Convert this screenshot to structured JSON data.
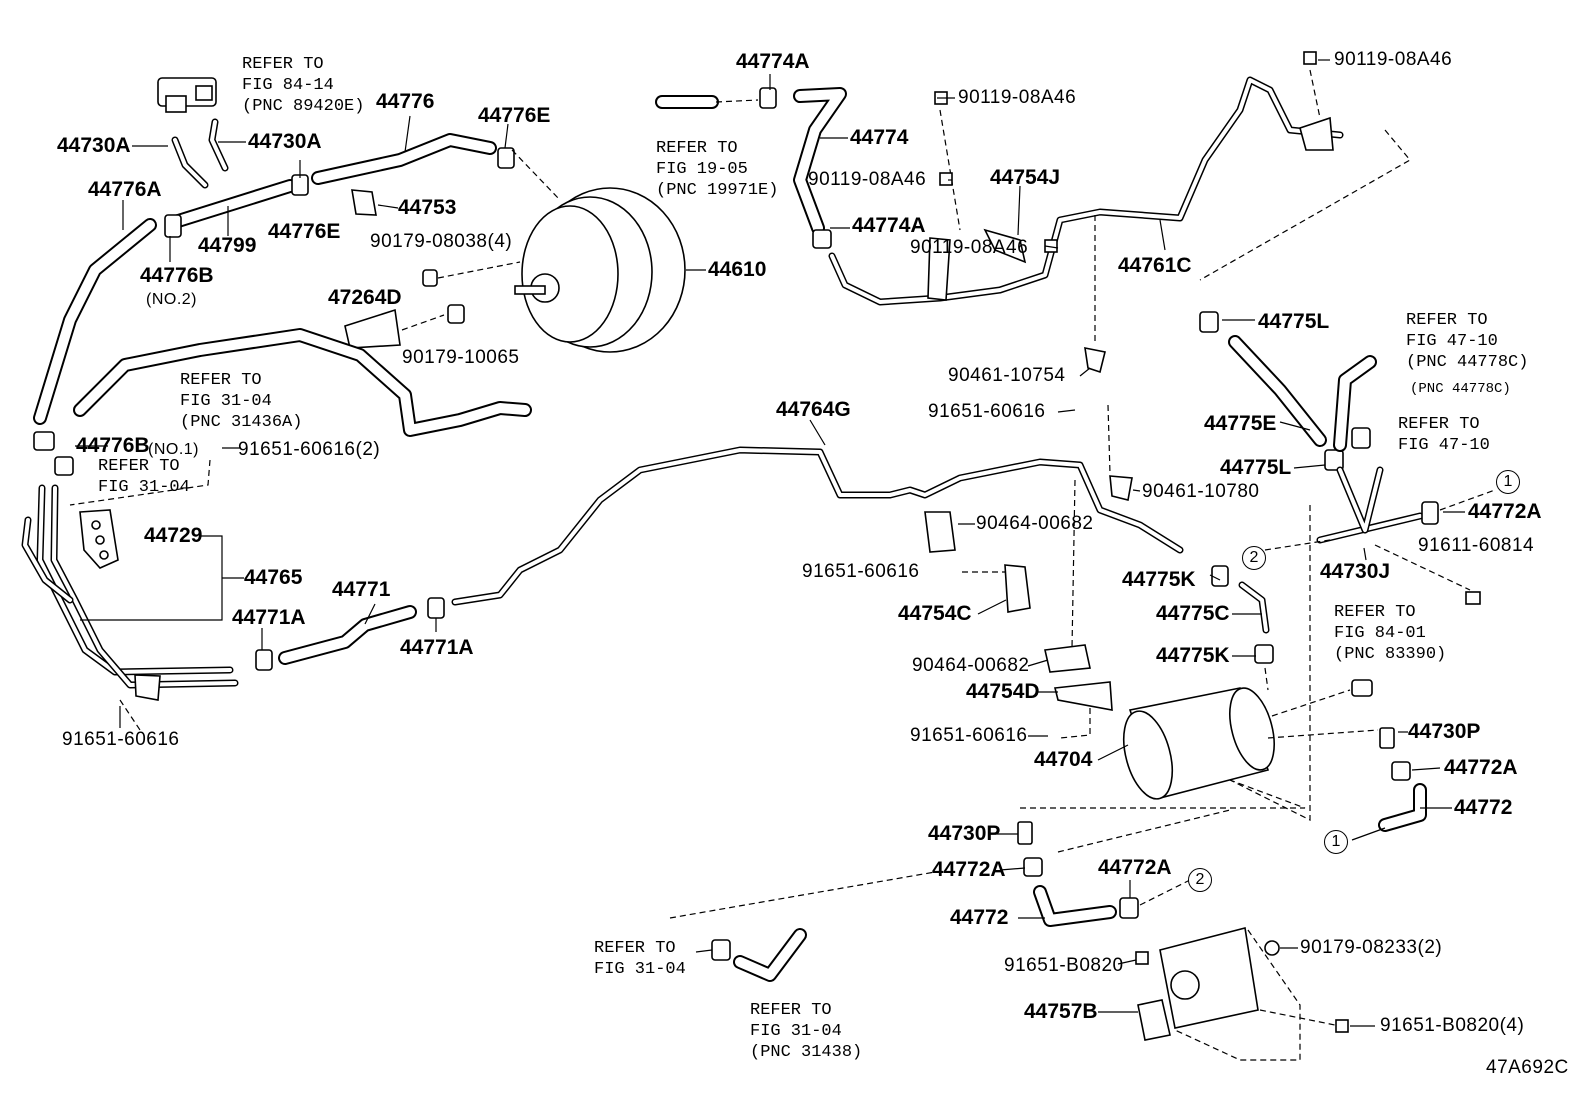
{
  "labels": {
    "p44730A_1": "44730A",
    "p44730A_2": "44730A",
    "p44776": "44776",
    "p44776E_1": "44776E",
    "p44776E_2": "44776E",
    "p44776A": "44776A",
    "p44799": "44799",
    "p44776B": "44776B",
    "p44776B_no2": "(NO.2)",
    "p44753": "44753",
    "p90179_08038": "90179-08038(4)",
    "p47264D": "47264D",
    "p90179_10065": "90179-10065",
    "p44610": "44610",
    "p44774A_1": "44774A",
    "p44774": "44774",
    "p44774A_2": "44774A",
    "p90119_08A46_a": "90119-08A46",
    "p90119_08A46_b": "90119-08A46",
    "p90119_08A46_c": "90119-08A46",
    "p90119_08A46_d": "90119-08A46",
    "p44754J": "44754J",
    "p44761C": "44761C",
    "p90461_10754": "90461-10754",
    "p44775L_1": "44775L",
    "p44775E": "44775E",
    "p44775L_2": "44775L",
    "p44764G": "44764G",
    "p91651_60616_a": "91651-60616",
    "p90461_10780": "90461-10780",
    "p90464_00682_a": "90464-00682",
    "p91651_60616_b": "91651-60616",
    "p44754C": "44754C",
    "p90464_00682_b": "90464-00682",
    "p44754D": "44754D",
    "p91651_60616_c": "91651-60616",
    "p44704": "44704",
    "p44776B_no1": "44776B",
    "p44776B_no1_suffix": "(NO.1)",
    "p91651_60616_2": "91651-60616(2)",
    "p44729": "44729",
    "p44765": "44765",
    "p44771": "44771",
    "p44771A_1": "44771A",
    "p44771A_2": "44771A",
    "p91651_60616_d": "91651-60616",
    "p44772A_r1": "44772A",
    "p91611_60814": "91611-60814",
    "p44730J": "44730J",
    "p44775K_1": "44775K",
    "p44775C": "44775C",
    "p44775K_2": "44775K",
    "p44730P_r": "44730P",
    "p44772A_r2": "44772A",
    "p44772_r": "44772",
    "p44730P_l": "44730P",
    "p44772A_l1": "44772A",
    "p44772A_l2": "44772A",
    "p44772_l": "44772",
    "p91651_B0820": "91651-B0820",
    "p90179_08233": "90179-08233(2)",
    "p44757B": "44757B",
    "p91651_B0820_4": "91651-B0820(4)",
    "circle_1": "1",
    "circle_2": "2",
    "figure_code": "47A692C"
  },
  "refs": {
    "r84_14": [
      "REFER TO",
      "FIG 84-14",
      "(PNC 89420E)"
    ],
    "r19_05": [
      "REFER TO",
      "FIG 19-05",
      "(PNC 19971E)"
    ],
    "r31_04_a": [
      "REFER TO",
      "FIG 31-04",
      "(PNC 31436A)"
    ],
    "r31_04_b": [
      "REFER TO",
      "FIG 31-04"
    ],
    "r47_10_a": [
      "REFER TO",
      "FIG 47-10",
      "(PNC 44778C)",
      "(PNC 44778C)"
    ],
    "r47_10_b": [
      "REFER TO",
      "FIG 47-10"
    ],
    "r84_01": [
      "REFER TO",
      "FIG 84-01",
      "(PNC 83390)"
    ],
    "r31_04_c": [
      "REFER TO",
      "FIG 31-04"
    ],
    "r31_04_d": [
      "REFER TO",
      "FIG 31-04",
      "(PNC 31438)"
    ]
  }
}
